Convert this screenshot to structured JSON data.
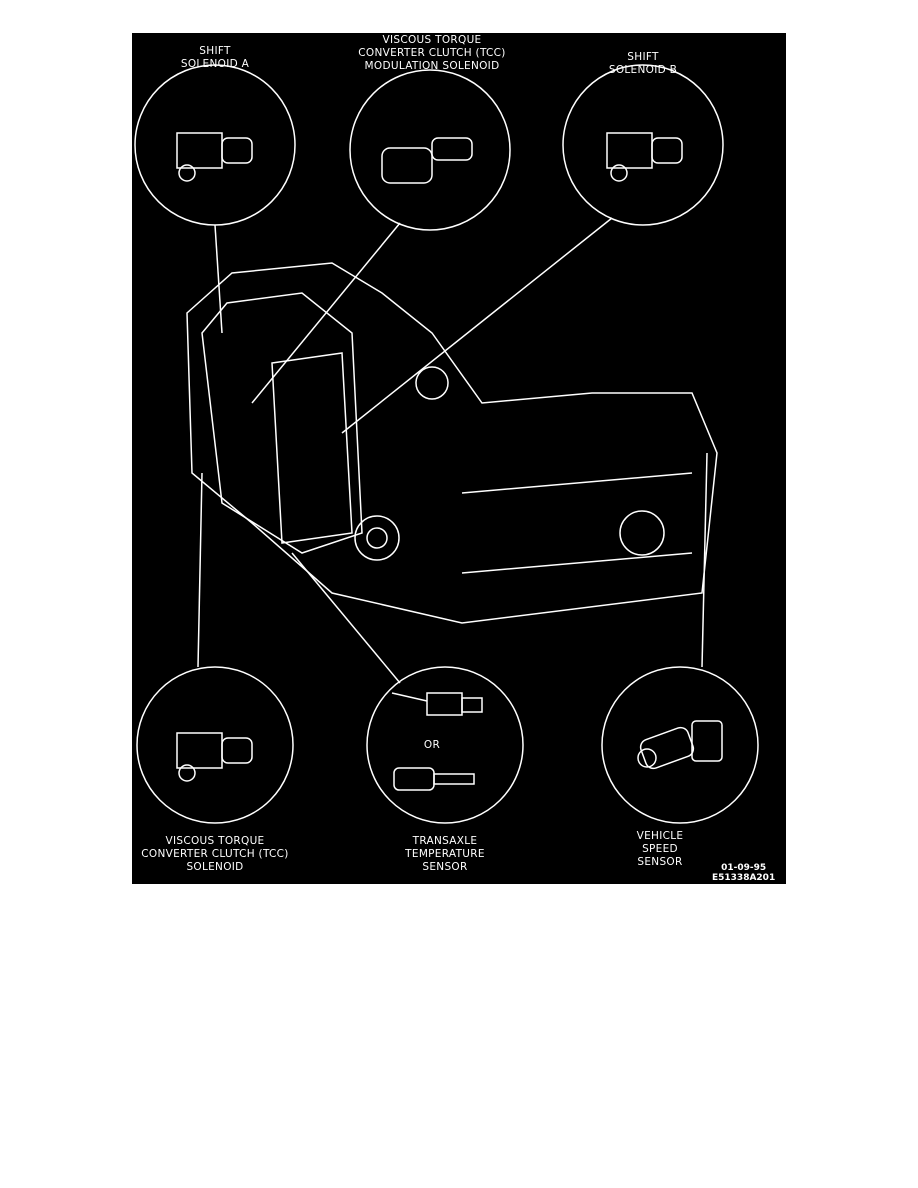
{
  "labels": {
    "shift_a": [
      "SHIFT",
      "SOLENOID A"
    ],
    "tcc_mod": [
      "VISCOUS TORQUE",
      "CONVERTER CLUTCH (TCC)",
      "MODULATION SOLENOID"
    ],
    "shift_b": [
      "SHIFT",
      "SOLENOID B"
    ],
    "tcc": [
      "VISCOUS TORQUE",
      "CONVERTER CLUTCH (TCC)",
      "SOLENOID"
    ],
    "temp": [
      "TRANSAXLE",
      "TEMPERATURE",
      "SENSOR"
    ],
    "vss": [
      "VEHICLE",
      "SPEED",
      "SENSOR"
    ],
    "or_text": "OR"
  },
  "figure_code": [
    "01-09-95",
    "E51338A201"
  ]
}
